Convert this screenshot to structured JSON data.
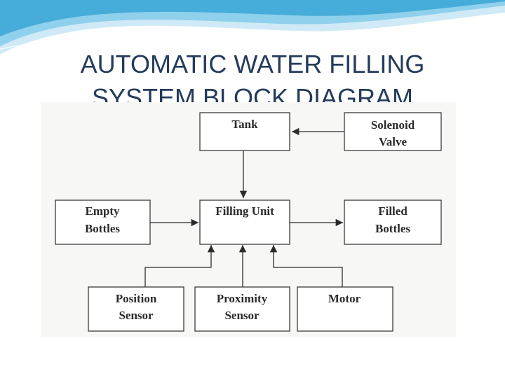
{
  "slide": {
    "title_lines": [
      "AUTOMATIC WATER FILLING",
      "SYSTEM BLOCK DIAGRAM"
    ]
  },
  "diagram": {
    "blocks": {
      "tank": [
        "Tank"
      ],
      "solenoid_valve": [
        "Solenoid",
        "Valve"
      ],
      "empty_bottles": [
        "Empty",
        "Bottles"
      ],
      "filling_unit": [
        "Filling Unit"
      ],
      "filled_bottles": [
        "Filled",
        "Bottles"
      ],
      "position_sensor": [
        "Position",
        "Sensor"
      ],
      "proximity_sensor": [
        "Proximity",
        "Sensor"
      ],
      "motor": [
        "Motor"
      ]
    },
    "connections": [
      {
        "from": "solenoid_valve",
        "to": "tank"
      },
      {
        "from": "tank",
        "to": "filling_unit"
      },
      {
        "from": "empty_bottles",
        "to": "filling_unit"
      },
      {
        "from": "filling_unit",
        "to": "filled_bottles"
      },
      {
        "from": "position_sensor",
        "to": "filling_unit"
      },
      {
        "from": "proximity_sensor",
        "to": "filling_unit"
      },
      {
        "from": "motor",
        "to": "filling_unit"
      }
    ]
  },
  "colors": {
    "title": "#243b5c",
    "wave_light": "#cfeaf6",
    "wave_mid": "#8fd0ec",
    "wave_dark": "#3aa6d6"
  }
}
